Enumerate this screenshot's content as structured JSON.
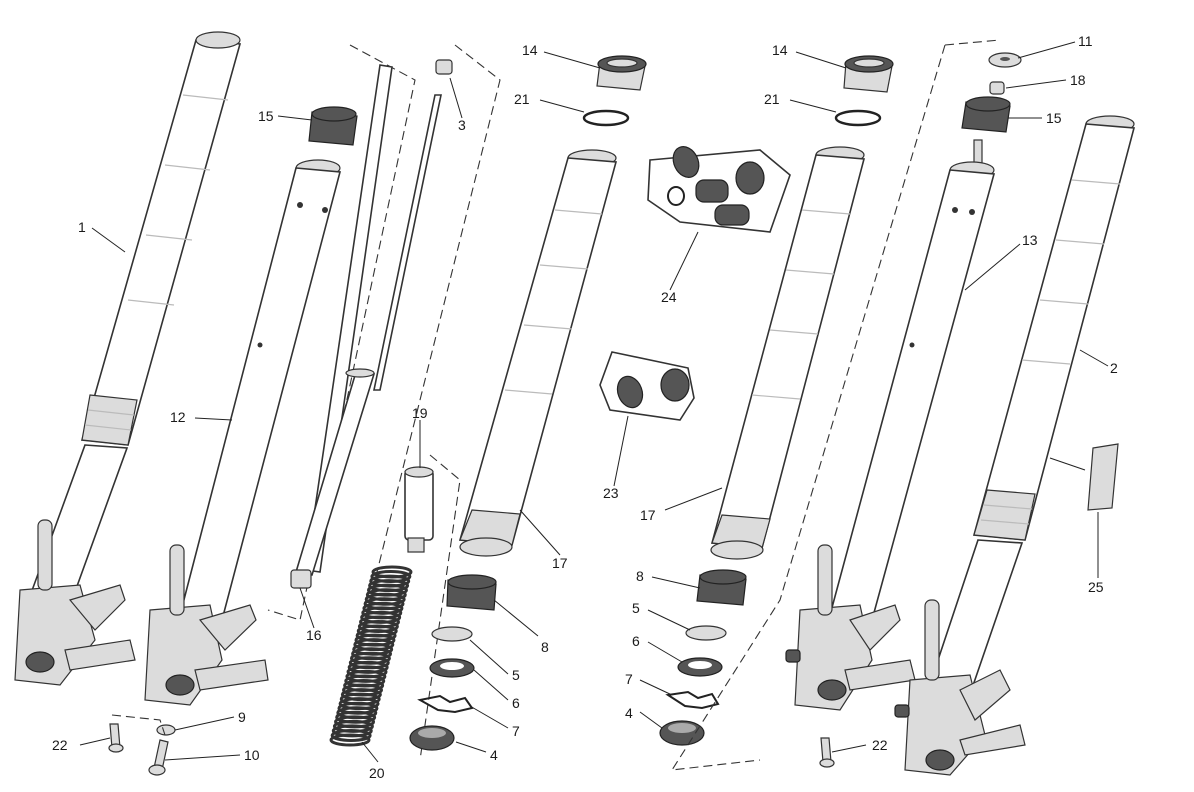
{
  "callouts": [
    {
      "id": "c1",
      "text": "1"
    },
    {
      "id": "c2",
      "text": "2"
    },
    {
      "id": "c3",
      "text": "3"
    },
    {
      "id": "c4a",
      "text": "4"
    },
    {
      "id": "c4b",
      "text": "4"
    },
    {
      "id": "c5a",
      "text": "5"
    },
    {
      "id": "c5b",
      "text": "5"
    },
    {
      "id": "c6a",
      "text": "6"
    },
    {
      "id": "c6b",
      "text": "6"
    },
    {
      "id": "c7a",
      "text": "7"
    },
    {
      "id": "c7b",
      "text": "7"
    },
    {
      "id": "c8a",
      "text": "8"
    },
    {
      "id": "c8b",
      "text": "8"
    },
    {
      "id": "c9",
      "text": "9"
    },
    {
      "id": "c10",
      "text": "10"
    },
    {
      "id": "c11",
      "text": "11"
    },
    {
      "id": "c12",
      "text": "12"
    },
    {
      "id": "c13",
      "text": "13"
    },
    {
      "id": "c14a",
      "text": "14"
    },
    {
      "id": "c14b",
      "text": "14"
    },
    {
      "id": "c15a",
      "text": "15"
    },
    {
      "id": "c15b",
      "text": "15"
    },
    {
      "id": "c16",
      "text": "16"
    },
    {
      "id": "c17a",
      "text": "17"
    },
    {
      "id": "c17b",
      "text": "17"
    },
    {
      "id": "c18",
      "text": "18"
    },
    {
      "id": "c19",
      "text": "19"
    },
    {
      "id": "c20",
      "text": "20"
    },
    {
      "id": "c21a",
      "text": "21"
    },
    {
      "id": "c21b",
      "text": "21"
    },
    {
      "id": "c22a",
      "text": "22"
    },
    {
      "id": "c22b",
      "text": "22"
    },
    {
      "id": "c23",
      "text": "23"
    },
    {
      "id": "c24",
      "text": "24"
    },
    {
      "id": "c25",
      "text": "25"
    }
  ]
}
